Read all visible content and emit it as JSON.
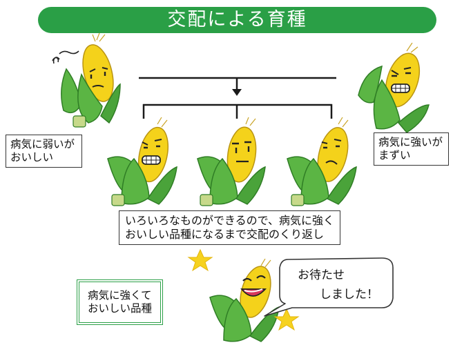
{
  "title": "交配による育種",
  "parent_left_label_line1": "病気に弱いが",
  "parent_left_label_line2": "おいしい",
  "parent_right_label_line1": "病気に強いが",
  "parent_right_label_line2": "まずい",
  "process_note_line1": "いろいろなものができるので、病気に強く",
  "process_note_line2": "おいしい品種になるまで交配のくり返し",
  "result_label_line1": "病気に強くて",
  "result_label_line2": "おいしい品種",
  "speech_line1": "お待たせ",
  "speech_line2": "しました！",
  "colors": {
    "title_bar": "#2a9f46",
    "husk": "#5bb544",
    "husk_dark": "#3a8f2e",
    "kernel": "#f4d21b",
    "star": "#f6d21f"
  },
  "icons": [
    "corn-character",
    "star-icon",
    "speech-bubble"
  ]
}
